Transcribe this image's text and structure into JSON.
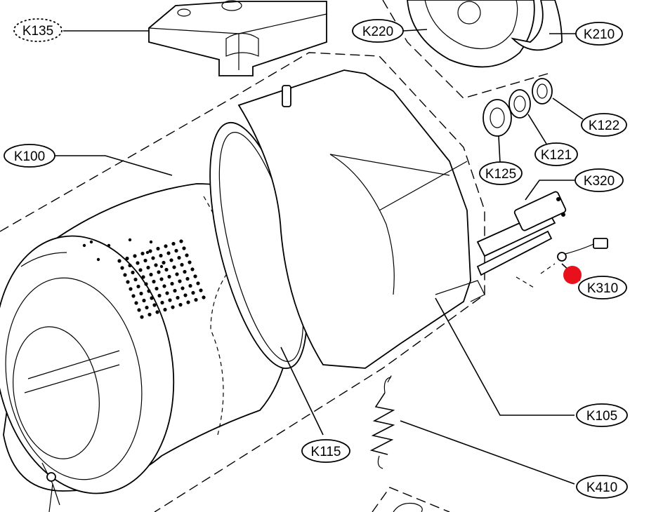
{
  "labels": {
    "k135": "K135",
    "k220": "K220",
    "k210": "K210",
    "k100": "K100",
    "k122": "K122",
    "k121": "K121",
    "k125": "K125",
    "k320": "K320",
    "k310": "K310",
    "k105": "K105",
    "k115": "K115",
    "k410": "K410"
  },
  "colors": {
    "marker": "#e8111b",
    "ink": "#000000",
    "paper": "#ffffff"
  },
  "icons": {
    "marker": "red-dot-marker"
  }
}
